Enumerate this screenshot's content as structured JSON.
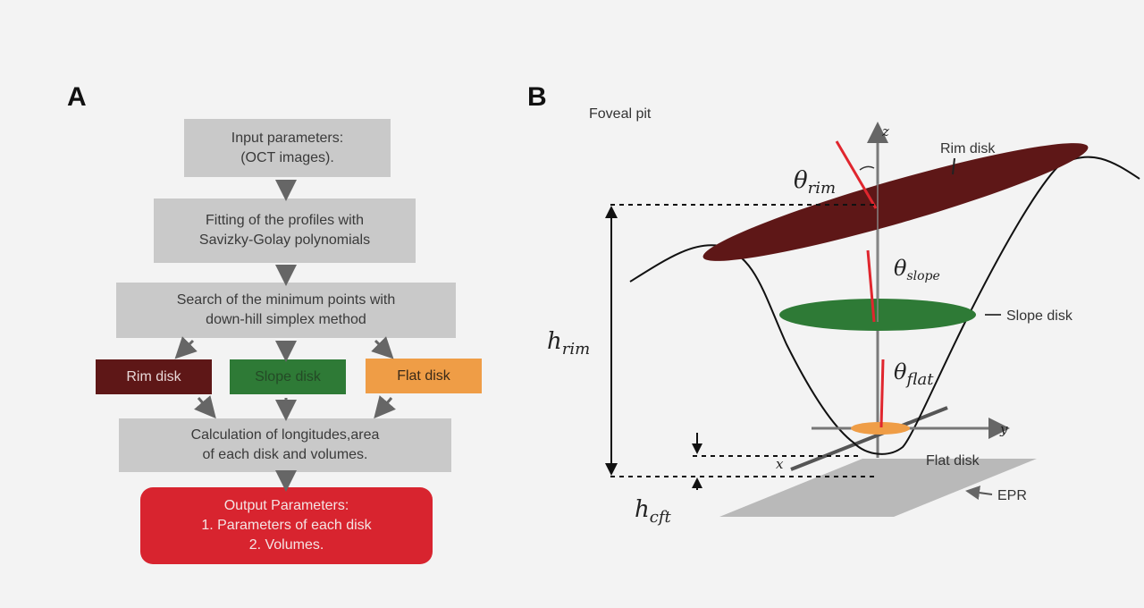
{
  "panel_a": {
    "letter": "A",
    "input_box": "Input parameters:\n(OCT images).",
    "fitting_box": "Fitting of the profiles with\nSavizky-Golay polynomials",
    "search_box": "Search of the minimum points with\ndown-hill simplex method",
    "disks": {
      "rim": "Rim disk",
      "slope": "Slope disk",
      "flat": "Flat disk"
    },
    "calc_box": "Calculation of longitudes,area\nof each disk and volumes.",
    "output_box": "Output Parameters:\n1. Parameters of each disk\n2. Volumes."
  },
  "panel_b": {
    "letter": "B",
    "title": "Foveal pit",
    "axis_z": "z",
    "axis_y": "y",
    "axis_x": "x",
    "rim_label": "Rim disk",
    "slope_label": "Slope disk",
    "flat_label": "Flat disk",
    "epr_label": "EPR",
    "theta_rim_base": "θ",
    "theta_rim_sub": "rim",
    "theta_slope_base": "θ",
    "theta_slope_sub": "slope",
    "theta_flat_base": "θ",
    "theta_flat_sub": "flat",
    "h_rim_base": "h",
    "h_rim_sub": "rim",
    "h_cft_base": "h",
    "h_cft_sub": "cft"
  },
  "colors": {
    "rim": "#5e1717",
    "slope": "#2e7a36",
    "flat": "#ef9d46",
    "output": "#d8242f",
    "box_gray": "#c9c9c9",
    "normal_red": "#e0262e"
  }
}
